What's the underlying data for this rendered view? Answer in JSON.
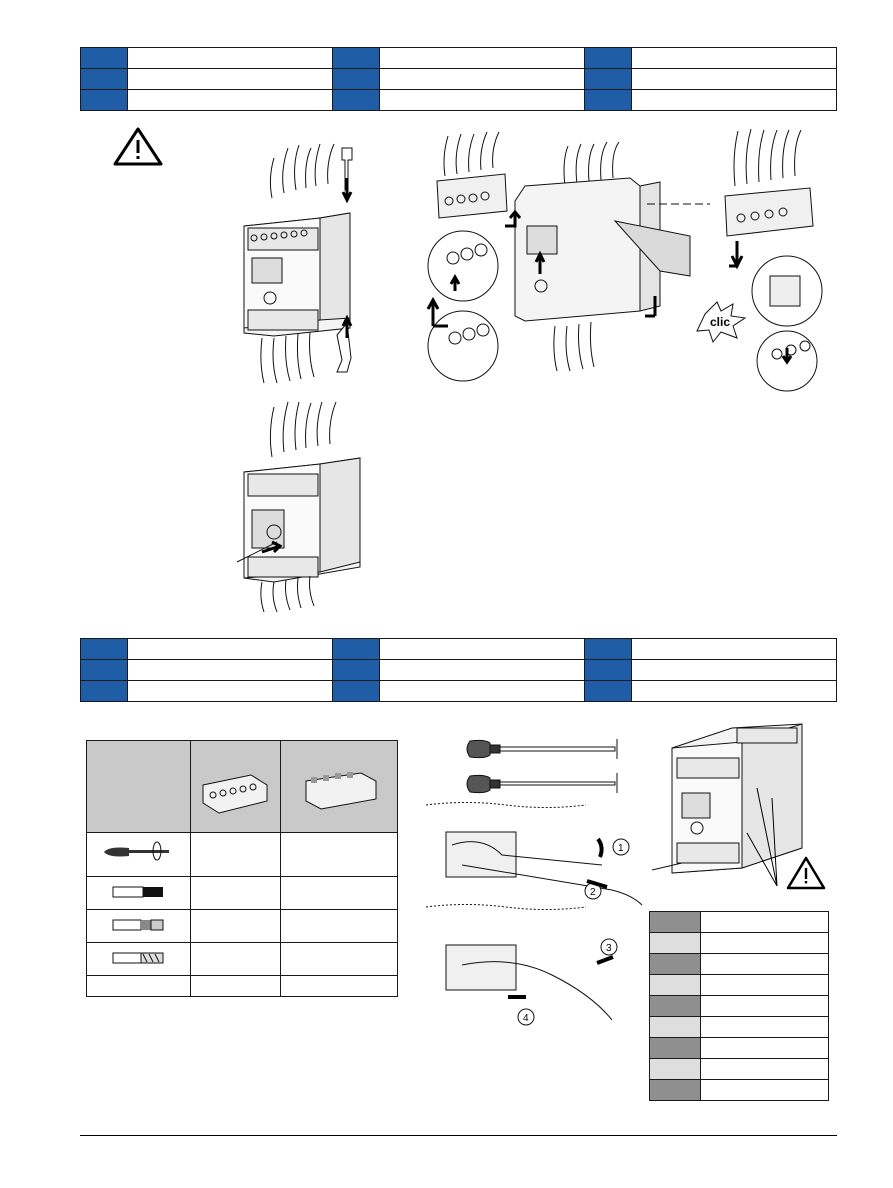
{
  "top_lang_table": {
    "rows": [
      [
        {
          "code": "",
          "text": ""
        },
        {
          "code": "",
          "text": ""
        },
        {
          "code": "",
          "text": ""
        }
      ],
      [
        {
          "code": "",
          "text": ""
        },
        {
          "code": "",
          "text": ""
        },
        {
          "code": "",
          "text": ""
        }
      ],
      [
        {
          "code": "",
          "text": ""
        },
        {
          "code": "",
          "text": ""
        },
        {
          "code": "",
          "text": ""
        }
      ]
    ]
  },
  "mid_lang_table": {
    "rows": [
      [
        {
          "code": "",
          "text": ""
        },
        {
          "code": "",
          "text": ""
        },
        {
          "code": "",
          "text": ""
        }
      ],
      [
        {
          "code": "",
          "text": ""
        },
        {
          "code": "",
          "text": ""
        },
        {
          "code": "",
          "text": ""
        }
      ],
      [
        {
          "code": "",
          "text": ""
        },
        {
          "code": "",
          "text": ""
        },
        {
          "code": "",
          "text": ""
        }
      ]
    ]
  },
  "figures": {
    "clic_label": "clic",
    "step_1": "1",
    "step_2": "2",
    "step_3": "3",
    "step_4": "4"
  },
  "icons": {
    "warning": "warning-triangle-icon",
    "screwdriver": "screwdriver-icon"
  },
  "colors": {
    "code_cell": "#1f5da6",
    "table_header": "#c9c9c9",
    "side_dark": "#8f8f8f",
    "side_light": "#dedede"
  }
}
